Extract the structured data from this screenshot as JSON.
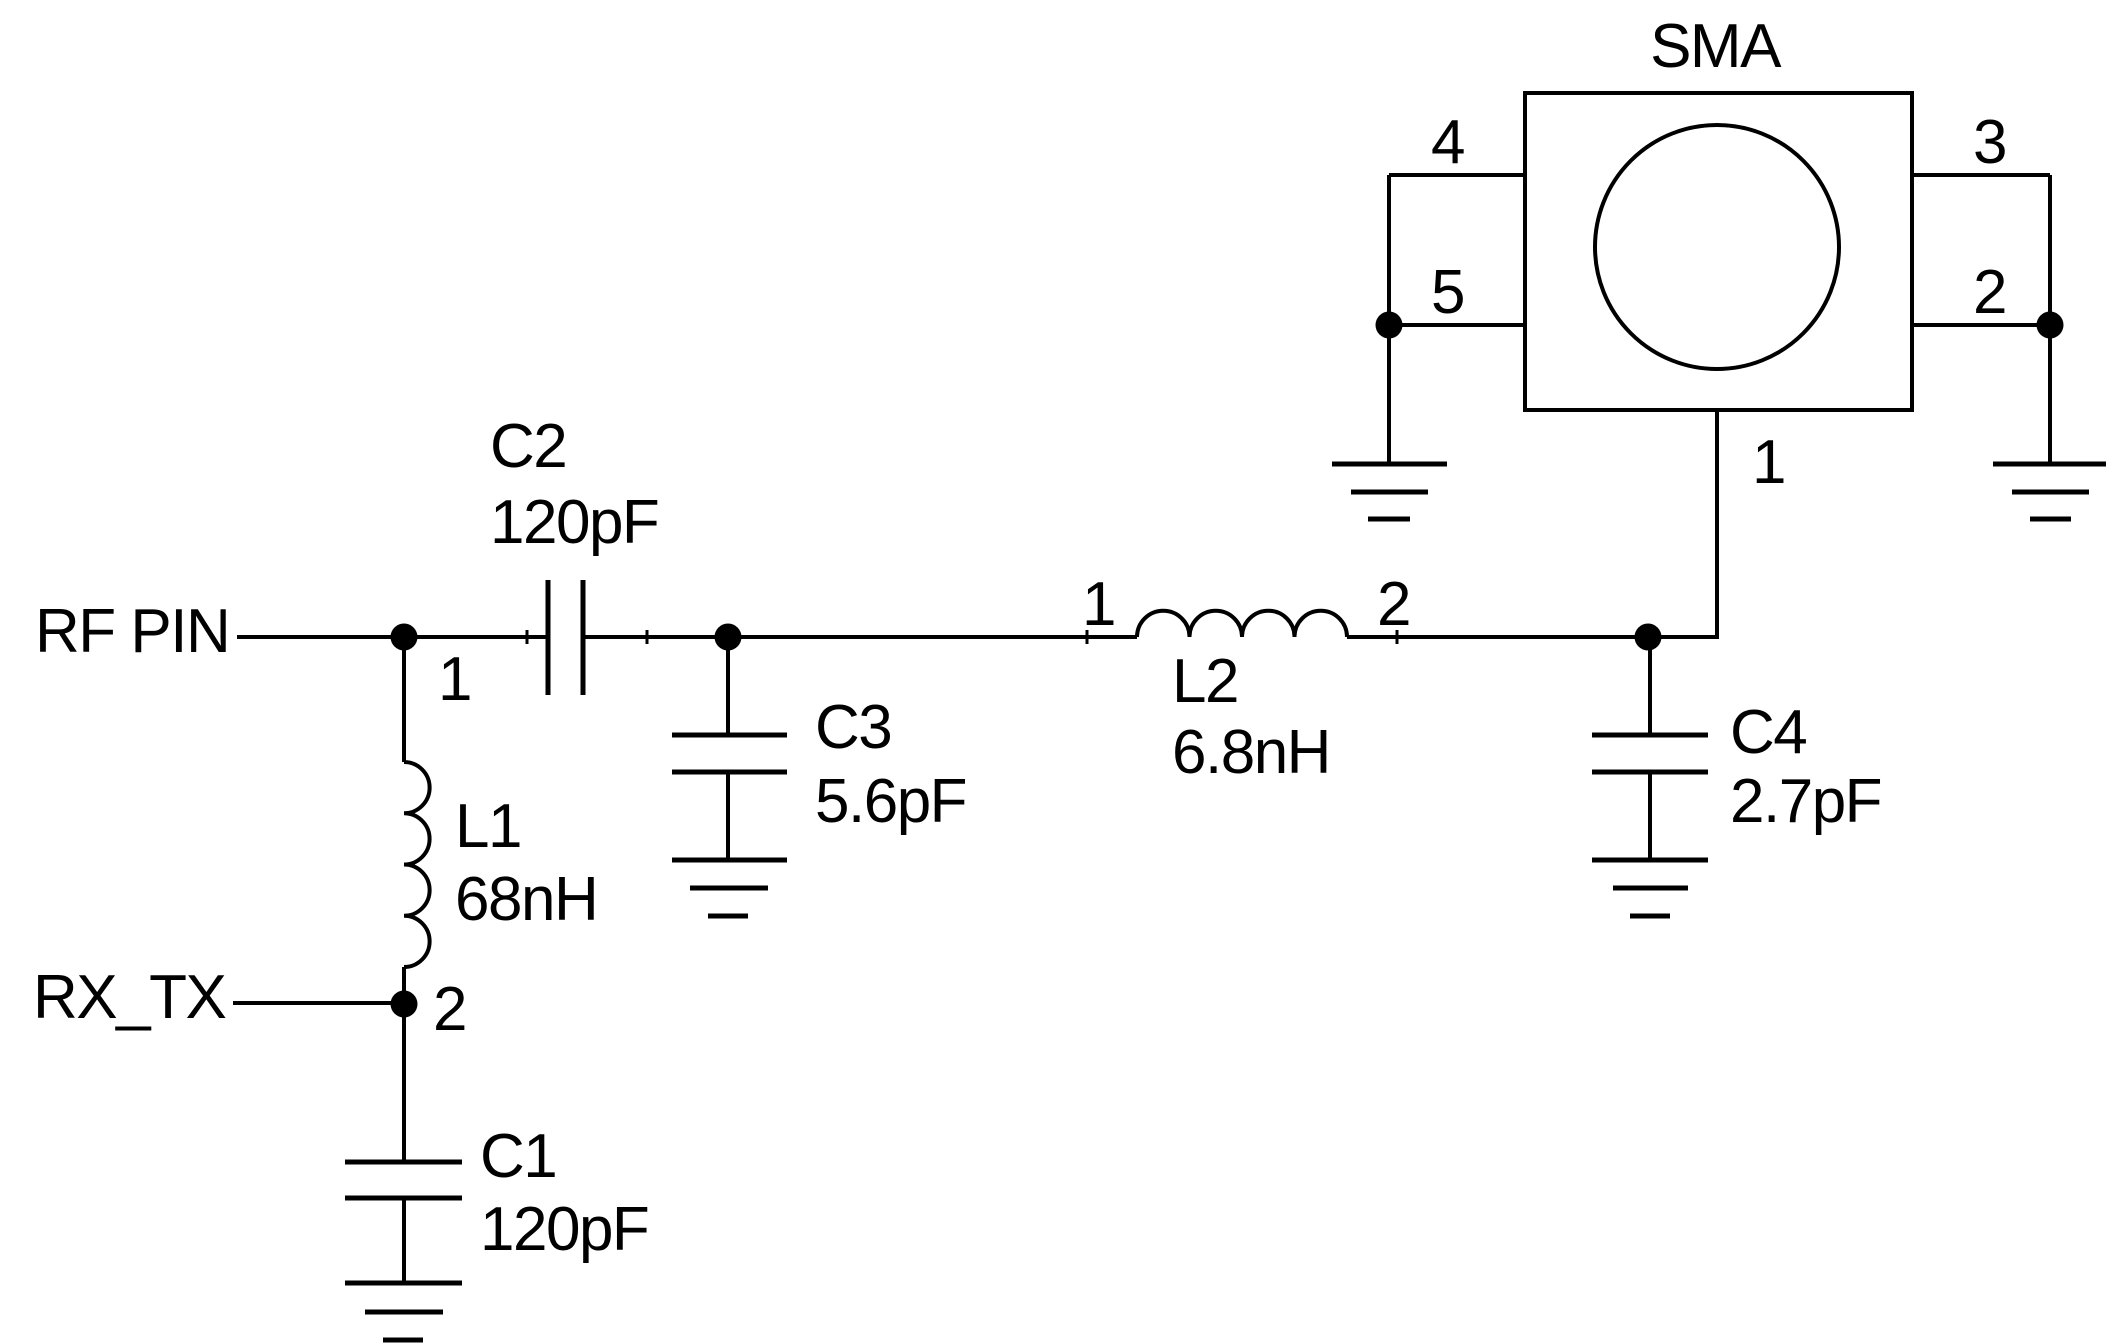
{
  "schematic": {
    "description": "RF antenna matching low-pass filter schematic with SMA connector",
    "colors": {
      "ink": "#000000",
      "background": "#ffffff"
    },
    "nets": {
      "rf_pin": "RF PIN",
      "rx_tx": "RX_TX"
    },
    "components": {
      "C1": {
        "ref": "C1",
        "value": "120pF"
      },
      "C2": {
        "ref": "C2",
        "value": "120pF"
      },
      "C3": {
        "ref": "C3",
        "value": "5.6pF"
      },
      "C4": {
        "ref": "C4",
        "value": "2.7pF"
      },
      "L1": {
        "ref": "L1",
        "value": "68nH",
        "pin1": "1",
        "pin2": "2"
      },
      "L2": {
        "ref": "L2",
        "value": "6.8nH",
        "pin1": "1",
        "pin2": "2"
      }
    },
    "connector": {
      "name": "SMA",
      "pin1": "1",
      "pin2": "2",
      "pin3": "3",
      "pin4": "4",
      "pin5": "5"
    }
  }
}
